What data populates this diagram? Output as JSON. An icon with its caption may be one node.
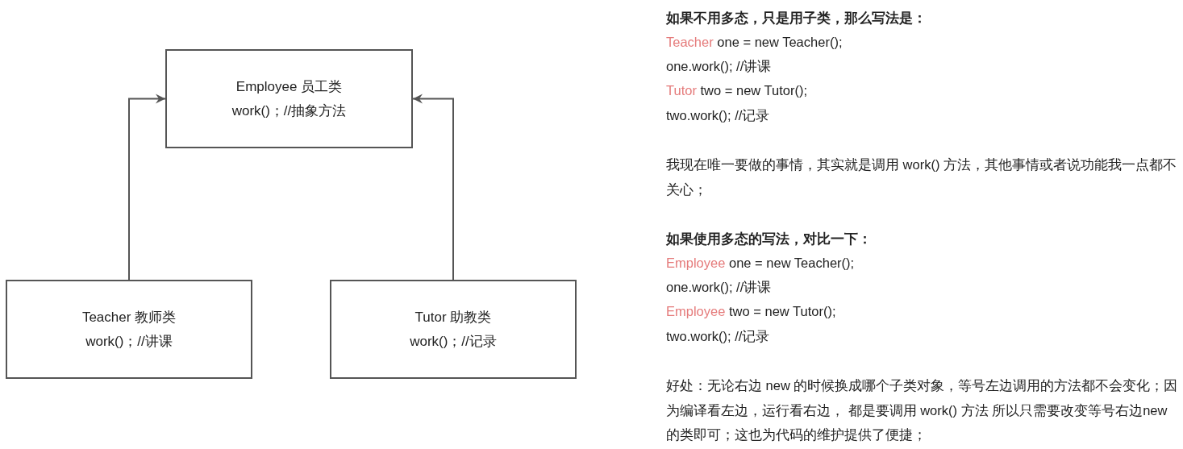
{
  "diagram": {
    "nodes": [
      {
        "text": [
          "Employee 员工类",
          "work()；//抽象方法"
        ]
      },
      {
        "text": [
          "Teacher 教师类",
          "work()；//讲课"
        ]
      },
      {
        "text": [
          "Tutor 助教类",
          "work()；//记录"
        ]
      }
    ],
    "edges": [
      {
        "from": 1,
        "to": 0,
        "arrow": "to"
      },
      {
        "from": 2,
        "to": 0,
        "arrow": "to"
      }
    ],
    "labels": [
      "如果不用多态，只是用子类，那么写法是：",
      "Teacher",
      "one = new Teacher();",
      "one.work(); //讲课",
      "Tutor",
      "two = new Tutor();",
      "two.work(); //记录",
      "我现在唯一要做的事情，其实就是调用 work() 方法，其他事情或者说功能我一点都不关心；",
      "如果使用多态的写法，对比一下：",
      "Employee",
      "one = new Teacher();",
      "one.work(); //讲课",
      "Employee",
      "two = new Tutor();",
      "two.work(); //记录",
      "好处：无论右边 new 的时候换成哪个子类对象，等号左边调用的方法都不会变化；因为编译看左边，运行看右边， 都是要调用 work() 方法 所以只需要改变等号右边new 的类即可；这也为代码的维护提供了便捷；"
    ]
  }
}
